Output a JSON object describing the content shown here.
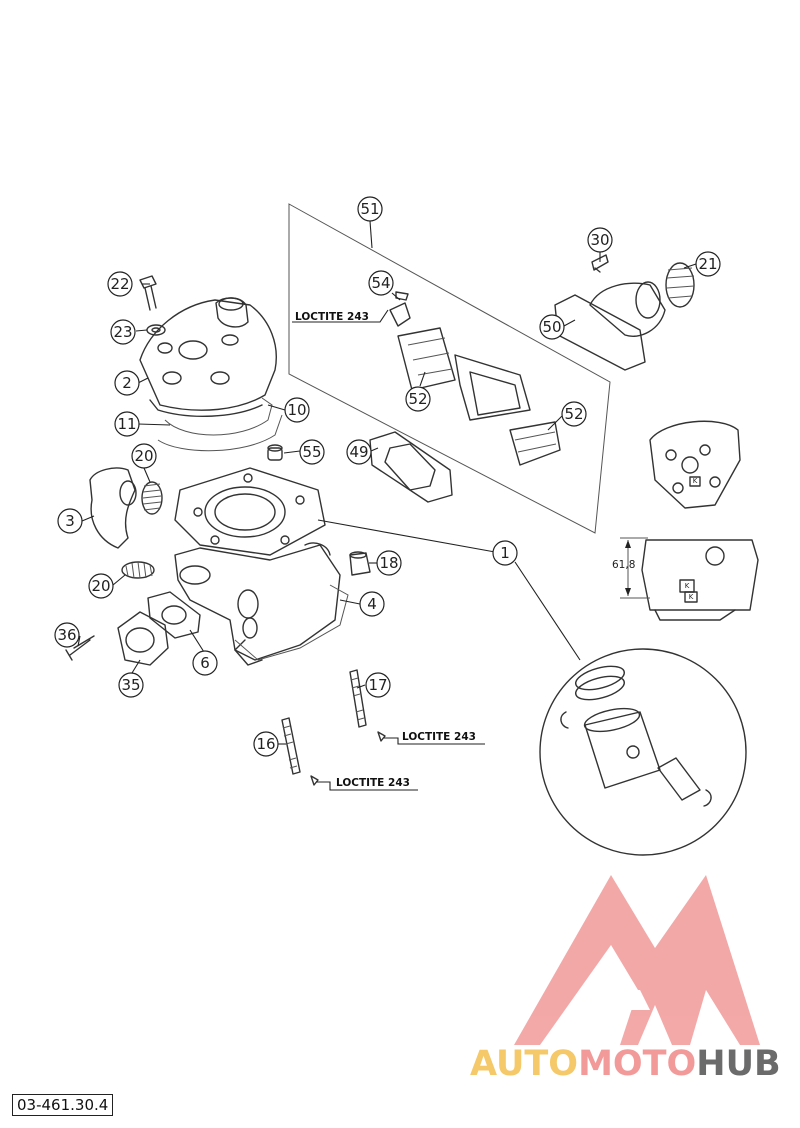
{
  "callouts": {
    "c51": "51",
    "c30": "30",
    "c21": "21",
    "c22": "22",
    "c54": "54",
    "c50": "50",
    "c23": "23",
    "c2": "2",
    "c52a": "52",
    "c52b": "52",
    "c11": "11",
    "c10": "10",
    "c20a": "20",
    "c55": "55",
    "c49": "49",
    "c3": "3",
    "c1": "1",
    "c18": "18",
    "c20b": "20",
    "c4": "4",
    "c36": "36",
    "c6": "6",
    "c35": "35",
    "c17": "17",
    "c16": "16"
  },
  "loctite": {
    "label_1": "LOCTITE 243",
    "label_2": "LOCTITE 243",
    "label_3": "LOCTITE 243"
  },
  "dimension": {
    "height": "61,8"
  },
  "inset_marks": {
    "mark_1": "K",
    "mark_2": "K",
    "mark_3": "K"
  },
  "document_number": "03-461.30.4",
  "watermark": {
    "part_1": "AUTO",
    "part_2": "MOTO",
    "part_3": "HUB",
    "color_1": "#F5C86A",
    "color_2": "#F29A9A",
    "color_3": "#6B6B6B",
    "logo_color": "#F08A8A"
  }
}
